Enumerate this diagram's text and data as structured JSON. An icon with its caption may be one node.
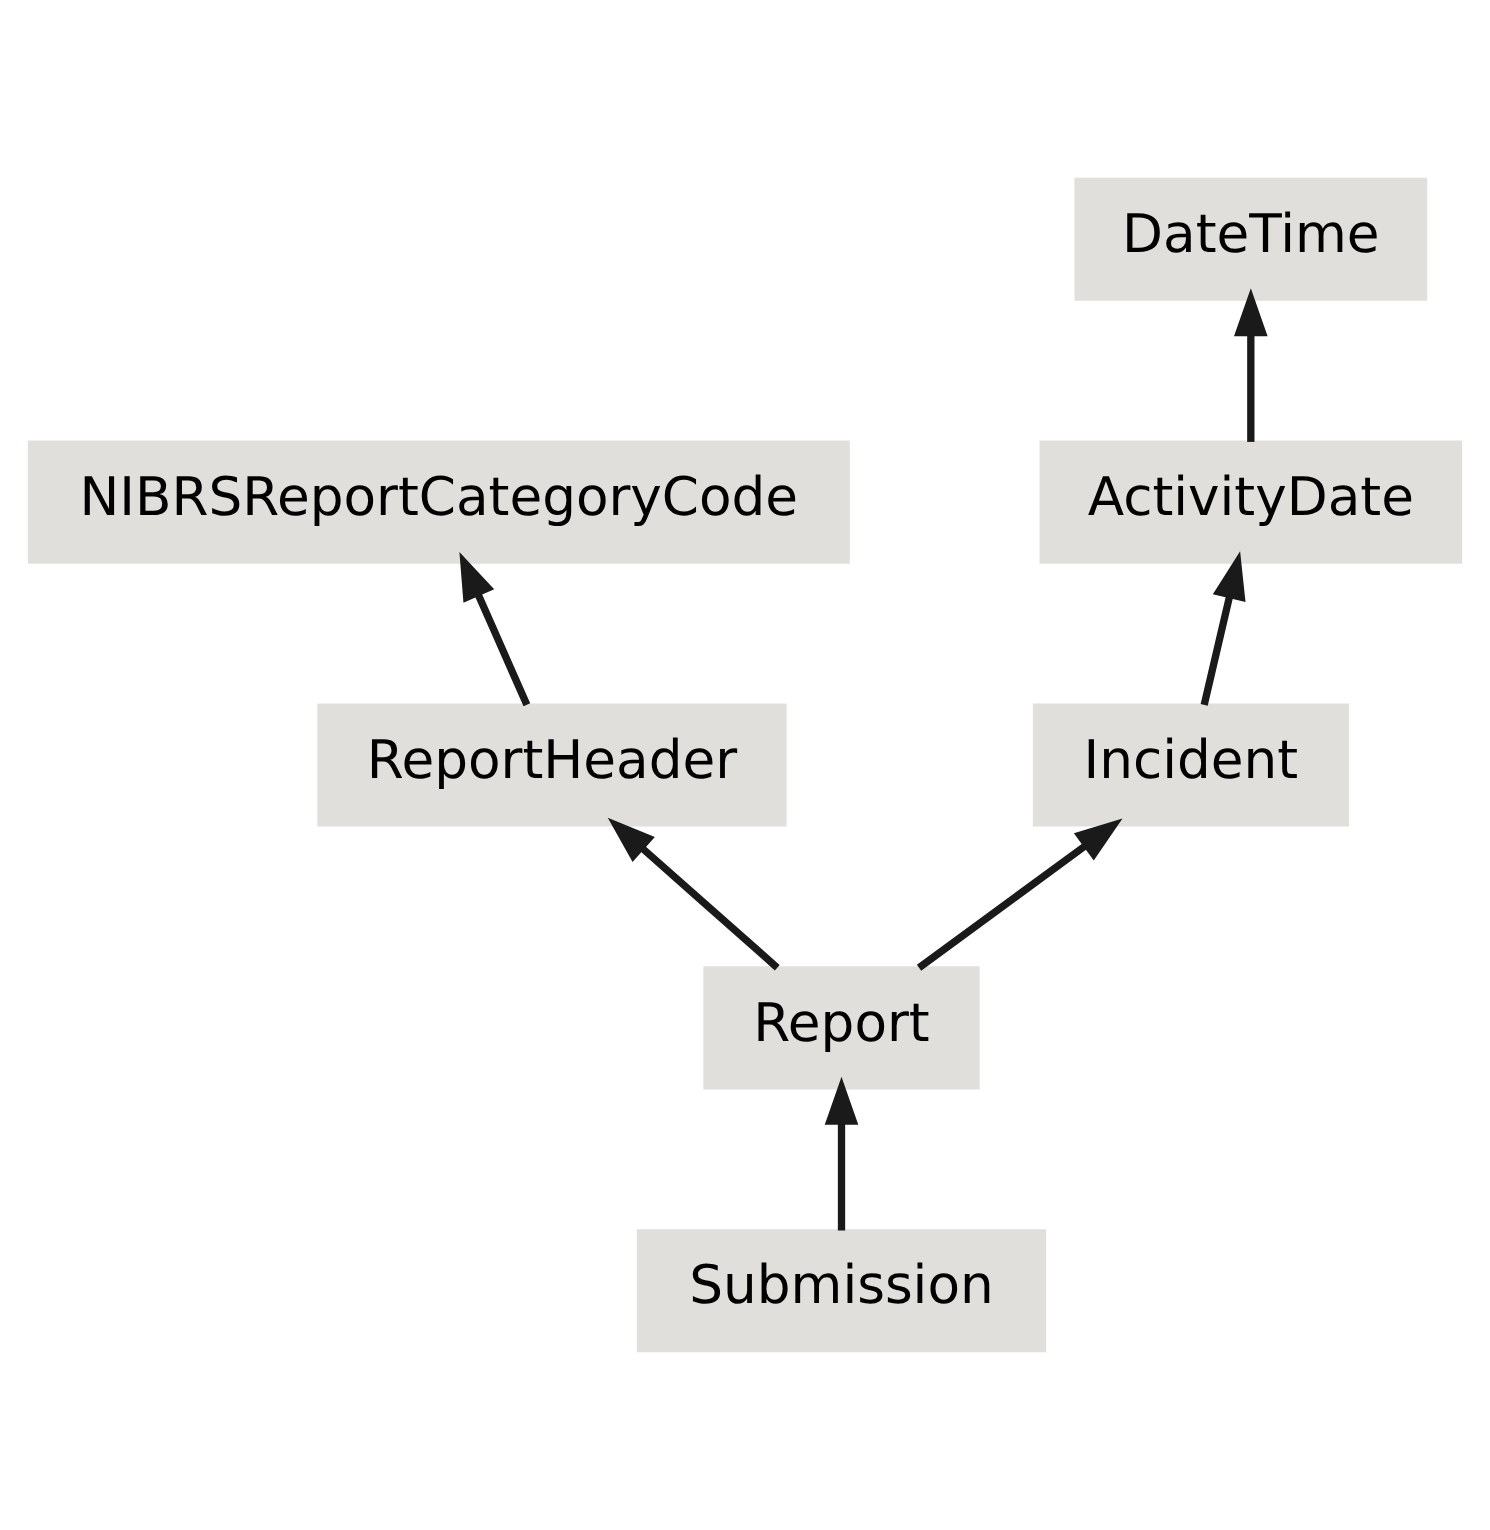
{
  "diagram": {
    "nodes": [
      {
        "text": [
          "DateTime"
        ]
      },
      {
        "text": [
          "NIBRSReportCategoryCode"
        ]
      },
      {
        "text": [
          "ActivityDate"
        ]
      },
      {
        "text": [
          "ReportHeader"
        ]
      },
      {
        "text": [
          "Incident"
        ]
      },
      {
        "text": [
          "Report"
        ]
      },
      {
        "text": [
          "Submission"
        ]
      }
    ],
    "edges": [
      {
        "from": 6,
        "to": 5,
        "arrow": "to"
      },
      {
        "from": 5,
        "to": 3,
        "arrow": "to"
      },
      {
        "from": 5,
        "to": 4,
        "arrow": "to"
      },
      {
        "from": 3,
        "to": 1,
        "arrow": "to"
      },
      {
        "from": 4,
        "to": 2,
        "arrow": "to"
      },
      {
        "from": 2,
        "to": 0,
        "arrow": "to"
      }
    ]
  }
}
